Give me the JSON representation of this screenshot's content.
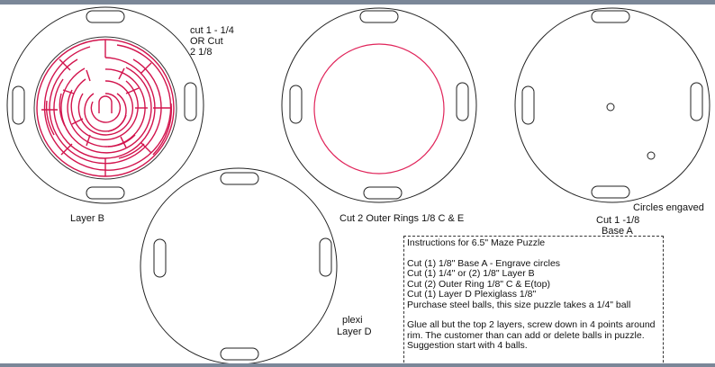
{
  "labels": {
    "layer_b": "Layer B",
    "cut_note": [
      "cut 1 - 1/4",
      "OR Cut",
      "2 1/8"
    ],
    "outer_rings": "Cut 2  Outer Rings 1/8 C & E",
    "circles_engraved": "Circles engaved",
    "base_a": [
      "Cut 1 -1/8",
      "Base A"
    ],
    "layer_d": [
      "plexi",
      "Layer D"
    ]
  },
  "instructions": {
    "title": "Instructions for 6.5\" Maze Puzzle",
    "steps": [
      "Cut (1) 1/8\" Base A - Engrave circles",
      "Cut (1) 1/4\" or (2) 1/8\" Layer B",
      "Cut (2) Outer Ring 1/8\" C & E(top)",
      "Cut (1) Layer D Plexiglass 1/8\"",
      "Purchase steel balls, this size puzzle takes a 1/4\" ball"
    ],
    "note": "Glue all but the top 2 layers, screw down in 4 points around rim. The customer than can add or delete balls in puzzle. Suggestion start with 4 balls."
  },
  "colors": {
    "outline": "#222222",
    "maze": "#d2144d",
    "ring": "#e0245a",
    "frame": "#7b8798"
  }
}
